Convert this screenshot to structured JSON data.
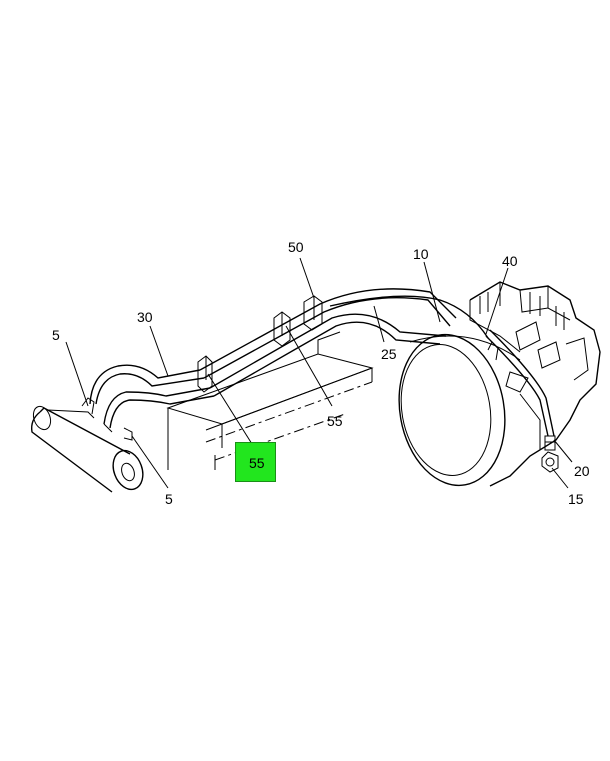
{
  "callouts": {
    "c5_left": "5",
    "c30": "30",
    "c50": "50",
    "c10": "10",
    "c40": "40",
    "c25": "25",
    "c55_mid": "55",
    "c55_highlight": "55",
    "c5_bottom": "5",
    "c20": "20",
    "c15": "15"
  },
  "colors": {
    "highlight": "#22e61e",
    "line": "#000000",
    "background": "#ffffff"
  }
}
